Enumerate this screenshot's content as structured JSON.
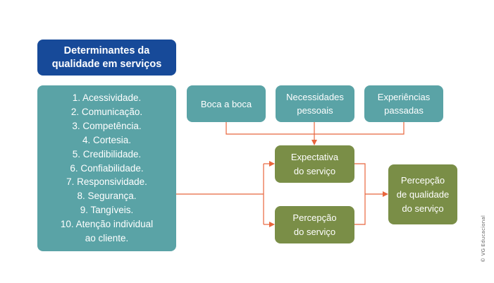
{
  "title": {
    "line1": "Determinantes da",
    "line2": "qualidade em serviços"
  },
  "determinants": [
    "1. Acessividade.",
    "2. Comunicação.",
    "3. Competência.",
    "4. Cortesia.",
    "5. Credibilidade.",
    "6. Confiabilidade.",
    "7. Responsividade.",
    "8. Segurança.",
    "9. Tangíveis.",
    "10. Atenção individual",
    "ao cliente."
  ],
  "sources": {
    "word_of_mouth": {
      "line1": "Boca a boca",
      "line2": ""
    },
    "personal_needs": {
      "line1": "Necessidades",
      "line2": "pessoais"
    },
    "past_experiences": {
      "line1": "Experiências",
      "line2": "passadas"
    }
  },
  "expectation": {
    "line1": "Expectativa",
    "line2": "do serviço"
  },
  "perception": {
    "line1": "Percepção",
    "line2": "do serviço"
  },
  "result": {
    "line1": "Percepção",
    "line2": "de qualidade",
    "line3": "do serviço"
  },
  "credit": "© VG Educacional",
  "colors": {
    "title_bg": "#174a99",
    "teal_box": "#5aa3a6",
    "olive_box": "#7a8e47",
    "connector": "#e8663d"
  }
}
